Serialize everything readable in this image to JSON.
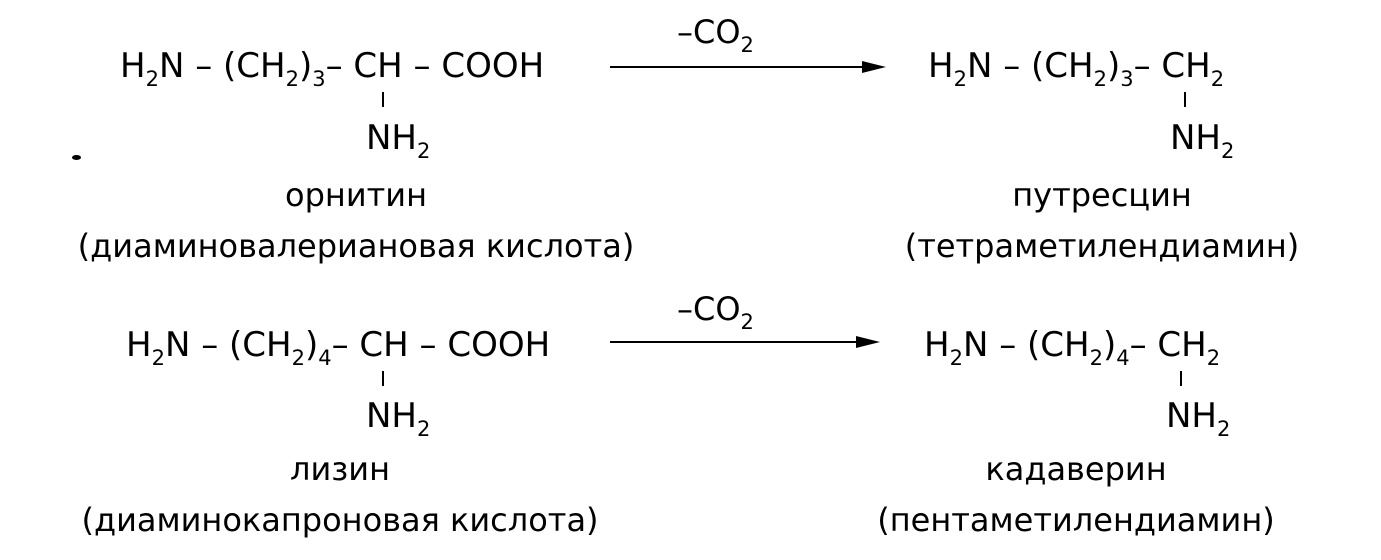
{
  "reactions": [
    {
      "substrate": {
        "h2n": "H",
        "h2n_sub": "2",
        "h2n_tail": "N",
        "dash1": "–",
        "chain": "(CH",
        "chain_sub": "2",
        "chain_close": ")",
        "chain_n": "3",
        "dash2": "–",
        "ch": "CH",
        "dash3": "–",
        "cooh": "COOH",
        "nh": "NH",
        "nh_sub": "2",
        "name": "орнитин",
        "alt_name": "(диаминовалериановая   кислота)"
      },
      "condition": {
        "prefix": "–CO",
        "sub": "2"
      },
      "product": {
        "h2n": "H",
        "h2n_sub": "2",
        "h2n_tail": "N",
        "dash1": "–",
        "chain": "(CH",
        "chain_sub": "2",
        "chain_close": ")",
        "chain_n": "3",
        "dash2": "–",
        "ch2": "CH",
        "ch2_sub": "2",
        "nh": "NH",
        "nh_sub": "2",
        "name": "путресцин",
        "alt_name": "(тетраметилендиамин)"
      }
    },
    {
      "substrate": {
        "h2n": "H",
        "h2n_sub": "2",
        "h2n_tail": "N",
        "dash1": "–",
        "chain": "(CH",
        "chain_sub": "2",
        "chain_close": ")",
        "chain_n": "4",
        "dash2": "–",
        "ch": "CH",
        "dash3": "–",
        "cooh": "COOH",
        "nh": "NH",
        "nh_sub": "2",
        "name": "лизин",
        "alt_name": "(диаминокапроновая кислота)"
      },
      "condition": {
        "prefix": "–CO",
        "sub": "2"
      },
      "product": {
        "h2n": "H",
        "h2n_sub": "2",
        "h2n_tail": "N",
        "dash1": "–",
        "chain": "(CH",
        "chain_sub": "2",
        "chain_close": ")",
        "chain_n": "4",
        "dash2": "–",
        "ch2": "CH",
        "ch2_sub": "2",
        "nh": "NH",
        "nh_sub": "2",
        "name": "кадаверин",
        "alt_name": "(пентаметилендиамин)"
      }
    }
  ]
}
